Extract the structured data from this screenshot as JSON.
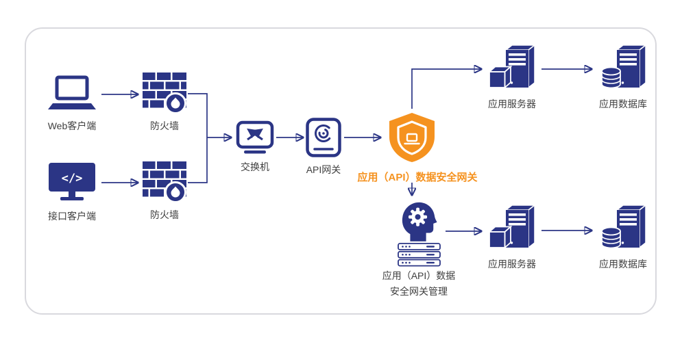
{
  "colors": {
    "navy": "#2b3585",
    "orange": "#f5921f",
    "label": "#3f3f3f",
    "border": "#d9d9de"
  },
  "nodes": {
    "web_client": {
      "label": "Web客户端"
    },
    "api_client": {
      "label": "接口客户端",
      "screen_text": "</>"
    },
    "firewall_top": {
      "label": "防火墙"
    },
    "firewall_bottom": {
      "label": "防火墙"
    },
    "switch": {
      "label": "交换机"
    },
    "api_gateway": {
      "label": "API网关"
    },
    "security_gateway": {
      "label": "应用（API）数据安全网关"
    },
    "management": {
      "lines": [
        "应用（API）数据",
        "安全网关管理"
      ]
    },
    "app_server_top": {
      "label": "应用服务器"
    },
    "app_db_top": {
      "label": "应用数据库"
    },
    "app_server_bottom": {
      "label": "应用服务器"
    },
    "app_db_bottom": {
      "label": "应用数据库"
    }
  },
  "edges": [
    {
      "from": "web_client",
      "to": "firewall_top"
    },
    {
      "from": "api_client",
      "to": "firewall_bottom"
    },
    {
      "from": "firewall_top",
      "to": "switch"
    },
    {
      "from": "firewall_bottom",
      "to": "switch"
    },
    {
      "from": "switch",
      "to": "api_gateway"
    },
    {
      "from": "api_gateway",
      "to": "security_gateway"
    },
    {
      "from": "security_gateway",
      "to": "app_server_top"
    },
    {
      "from": "app_server_top",
      "to": "app_db_top"
    },
    {
      "from": "security_gateway",
      "to": "management"
    },
    {
      "from": "management",
      "to": "app_server_bottom"
    },
    {
      "from": "app_server_bottom",
      "to": "app_db_bottom"
    }
  ]
}
